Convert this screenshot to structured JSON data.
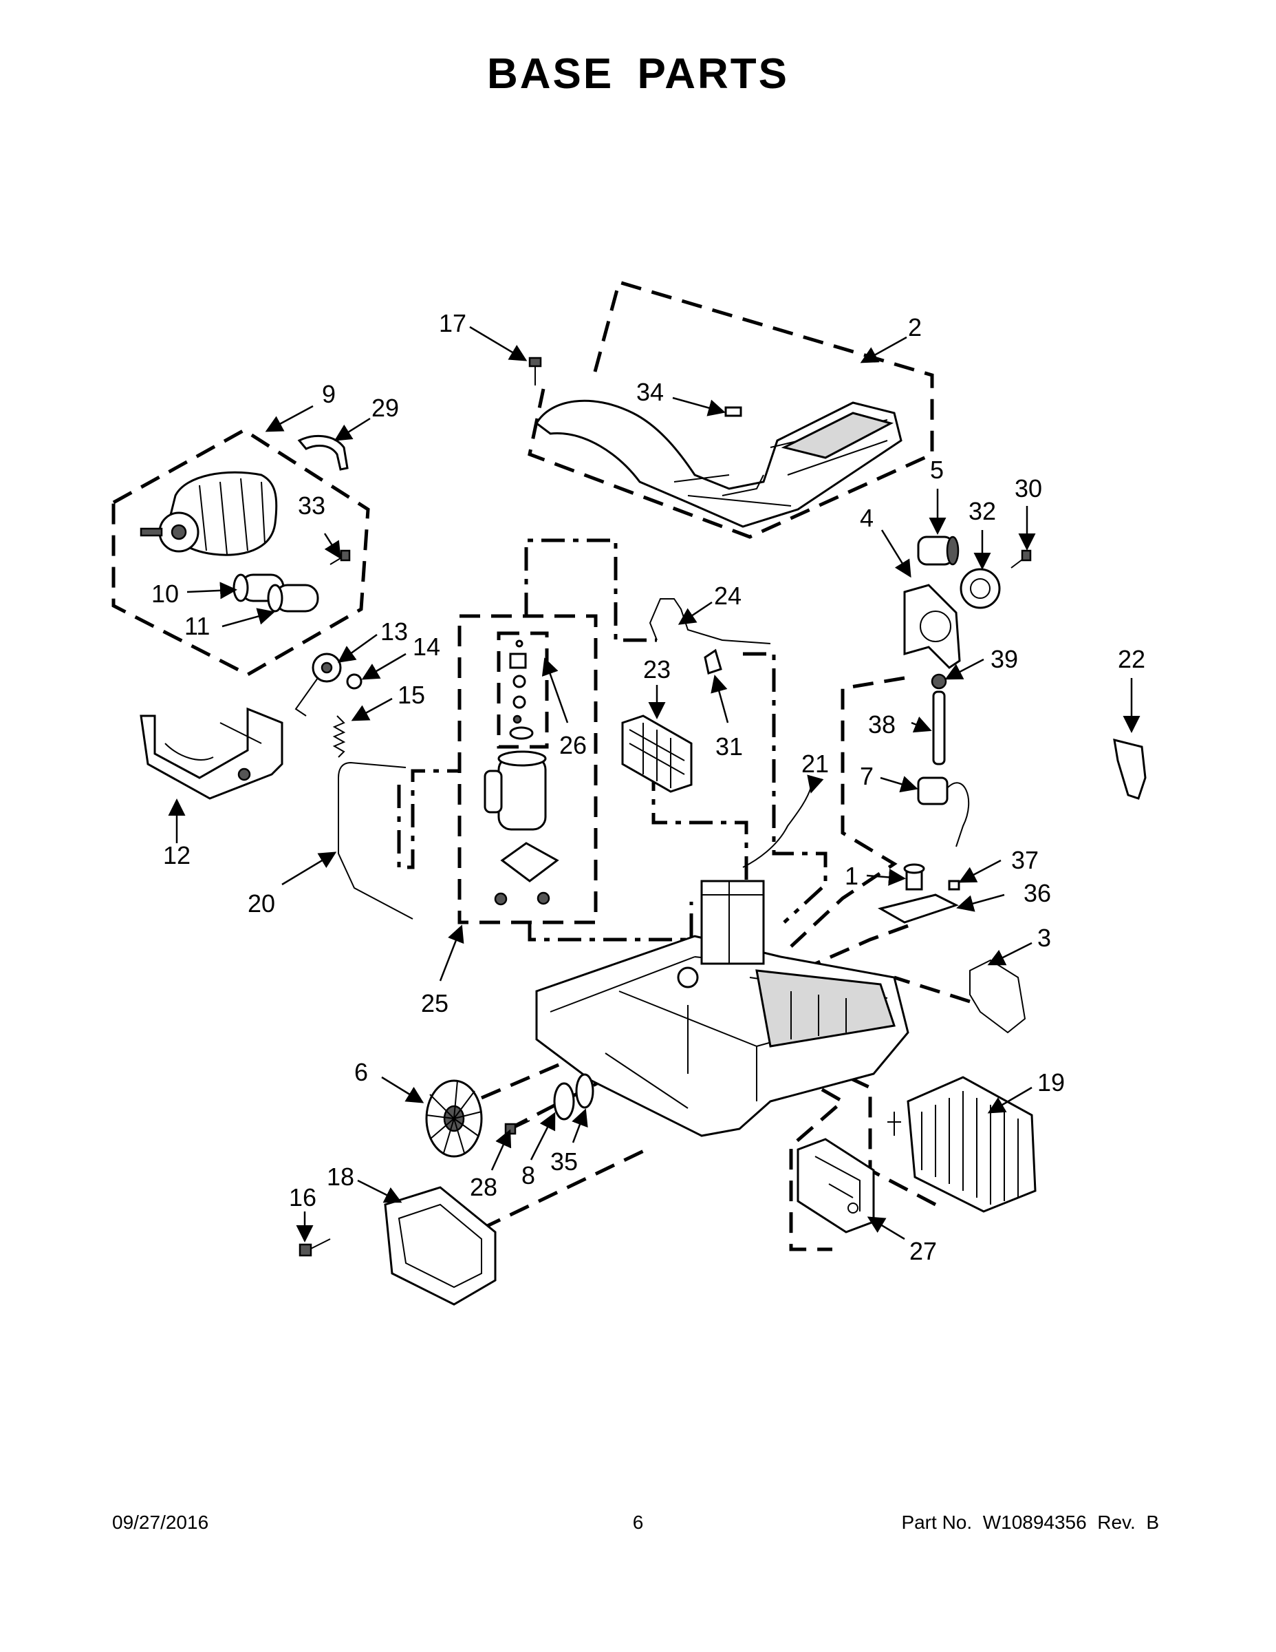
{
  "title": "BASE PARTS",
  "footer": {
    "date": "09/27/2016",
    "page": "6",
    "part_no": "Part No.  W10894356  Rev.  B"
  },
  "callouts": [
    "1",
    "2",
    "3",
    "4",
    "5",
    "6",
    "7",
    "8",
    "9",
    "10",
    "11",
    "12",
    "13",
    "14",
    "15",
    "16",
    "17",
    "18",
    "19",
    "20",
    "21",
    "22",
    "23",
    "24",
    "25",
    "26",
    "27",
    "28",
    "29",
    "30",
    "31",
    "32",
    "33",
    "34",
    "35",
    "36",
    "37",
    "38",
    "39"
  ]
}
